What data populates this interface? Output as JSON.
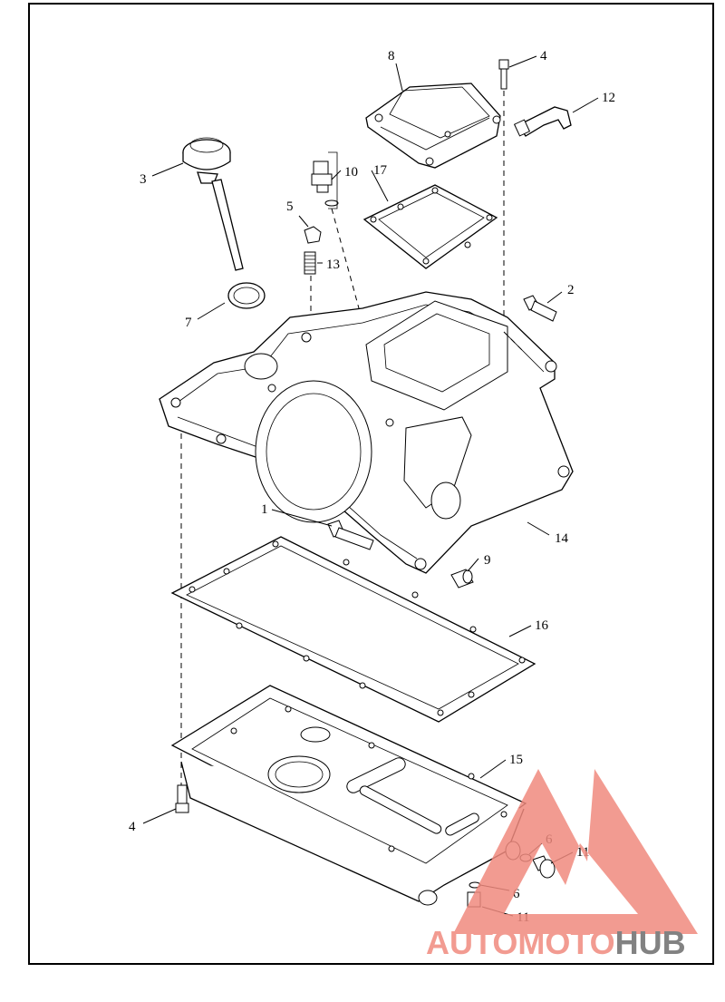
{
  "callouts": {
    "c1": "1",
    "c2": "2",
    "c3": "3",
    "c4a": "4",
    "c4b": "4",
    "c5": "5",
    "c6a": "6",
    "c6b": "6",
    "c7": "7",
    "c8": "8",
    "c9": "9",
    "c10": "10",
    "c11a": "11",
    "c11b": "11",
    "c12": "12",
    "c13": "13",
    "c14": "14",
    "c15": "15",
    "c16": "16",
    "c17": "17"
  },
  "watermark": {
    "part1": "AUTOMOTO",
    "part2": "HUB",
    "color_red": "#f08a7e",
    "color_gray": "#6d6d6d"
  }
}
